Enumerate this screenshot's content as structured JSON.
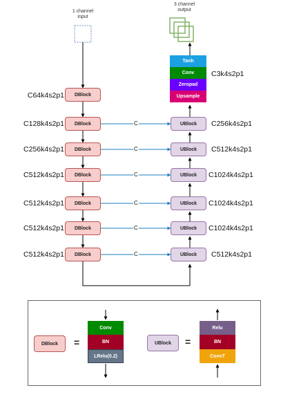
{
  "input_caption": [
    "1 channel",
    "input"
  ],
  "output_caption": [
    "3 channel",
    "output"
  ],
  "output_head": {
    "layers": [
      {
        "label": "Tanh",
        "color": "#1ba1e2"
      },
      {
        "label": "Conv",
        "color": "#008a00"
      },
      {
        "label": "Zeropad",
        "color": "#6a00ff"
      },
      {
        "label": "Upsample",
        "color": "#d80073"
      }
    ],
    "spec": "C3k4s2p1"
  },
  "encoder": [
    {
      "block": "DBlock",
      "spec": "C64k4s2p1"
    },
    {
      "block": "DBlock",
      "spec": "C128k4s2p1"
    },
    {
      "block": "DBlock",
      "spec": "C256k4s2p1"
    },
    {
      "block": "DBlock",
      "spec": "C512k4s2p1"
    },
    {
      "block": "DBlock",
      "spec": "C512k4s2p1"
    },
    {
      "block": "DBlock",
      "spec": "C512k4s2p1"
    },
    {
      "block": "DBlock",
      "spec": "C512k4s2p1"
    }
  ],
  "decoder": [
    {
      "block": "UBlock",
      "spec": "C256k4s2p1"
    },
    {
      "block": "UBlock",
      "spec": "C512k4s2p1"
    },
    {
      "block": "UBlock",
      "spec": "C1024k4s2p1"
    },
    {
      "block": "UBlock",
      "spec": "C1024k4s2p1"
    },
    {
      "block": "UBlock",
      "spec": "C1024k4s2p1"
    },
    {
      "block": "UBlock",
      "spec": "C512k4s2p1"
    }
  ],
  "skip_label": "C",
  "legend": {
    "dblock_label": "DBlock",
    "ublock_label": "UBlock",
    "equals": "=",
    "dblock_layers": [
      {
        "label": "Conv",
        "color": "#008a00"
      },
      {
        "label": "BN",
        "color": "#a20025"
      },
      {
        "label": "LRelu(0.2)",
        "color": "#647687"
      }
    ],
    "ublock_layers": [
      {
        "label": "Relu",
        "color": "#76608a"
      },
      {
        "label": "BN",
        "color": "#a20025"
      },
      {
        "label": "ConvT",
        "color": "#f0a30a"
      }
    ]
  }
}
